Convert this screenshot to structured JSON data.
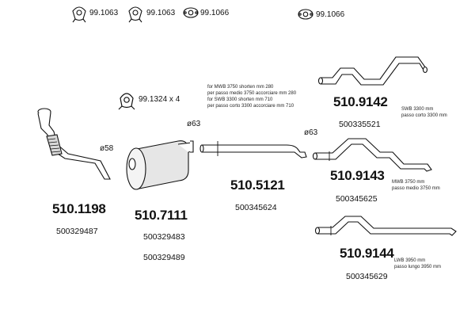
{
  "gasket_codes": [
    {
      "code": "99.1063",
      "icon": "gasket-ring-icon"
    },
    {
      "code": "99.1063",
      "icon": "gasket-ring-icon"
    },
    {
      "code": "99.1066",
      "icon": "gasket-oval-icon"
    },
    {
      "code": "99.1066",
      "icon": "gasket-oval-icon"
    }
  ],
  "clamp": {
    "code": "99.1324 x 4",
    "icon": "clamp-icon"
  },
  "diameters": {
    "front": "ø58",
    "middle": "ø63",
    "rear": "ø63"
  },
  "parts": [
    {
      "name": "front-pipe",
      "part_number": "510.1198",
      "oem": [
        "500329487"
      ]
    },
    {
      "name": "silencer",
      "part_number": "510.7111",
      "oem": [
        "500329483",
        "500329489"
      ]
    },
    {
      "name": "middle-pipe",
      "part_number": "510.5121",
      "oem": [
        "500345624"
      ],
      "notes": [
        "for MWB 3750 shorten mm 280",
        "per passo medio 3750 accorciare mm 280",
        "for SWB 3300 shorten mm 710",
        "per passo corto 3300 accorciare mm 710"
      ]
    },
    {
      "name": "tail-pipe-swb",
      "part_number": "510.9142",
      "oem": [
        "500335521"
      ],
      "notes": [
        "SWB 3300 mm",
        "passo corto 3300 mm"
      ]
    },
    {
      "name": "tail-pipe-mwb",
      "part_number": "510.9143",
      "oem": [
        "500345625"
      ],
      "notes": [
        "MWB 3750 mm",
        "passo medio 3750 mm"
      ]
    },
    {
      "name": "tail-pipe-lwb",
      "part_number": "510.9144",
      "oem": [
        "500345629"
      ],
      "notes": [
        "LWB 3950 mm",
        "passo lungo 3950 mm"
      ]
    }
  ],
  "colors": {
    "line": "#111111",
    "fill": "#ffffff",
    "shade": "#cfcfcf"
  }
}
